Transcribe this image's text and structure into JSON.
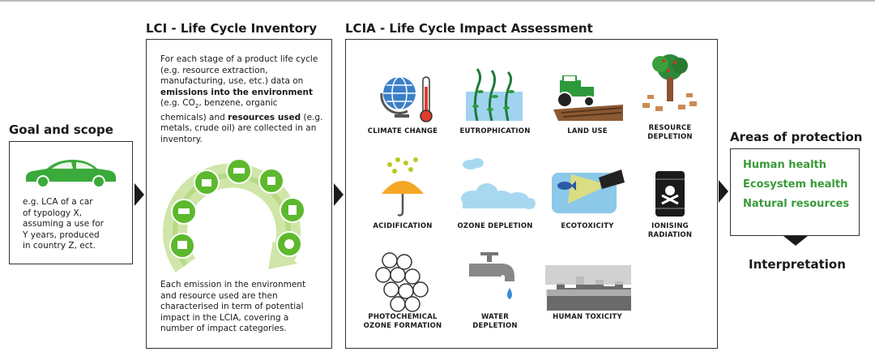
{
  "goal": {
    "title": "Goal and scope",
    "text": [
      "e.g. LCA of a car",
      "of typology X,",
      "assuming a use for",
      "Y years, produced",
      "in country Z, ect."
    ]
  },
  "lci": {
    "title": "LCI - Life Cycle Inventory",
    "intro_1": "For each stage of a product life cycle (e.g. resource extraction, manufacturing, use, etc.) data on ",
    "intro_bold_1": "emissions into the environment",
    "intro_2": " (e.g. CO",
    "intro_sub": "2",
    "intro_3": ", benzene, organic chemicals) and ",
    "intro_bold_2": "resources used",
    "intro_4": " (e.g. metals, crude oil) are collected in an inventory.",
    "outro": "Each emission in the environment and resource used are then characterised in term of potential impact in the LCIA, covering a number of impact categories."
  },
  "lcia": {
    "title": "LCIA - Life Cycle Impact Assessment",
    "categories": [
      {
        "label": "CLIMATE CHANGE",
        "icon": "globe-thermometer-icon"
      },
      {
        "label": "EUTROPHICATION",
        "icon": "algae-icon"
      },
      {
        "label": "LAND USE",
        "icon": "tractor-field-icon"
      },
      {
        "label": "RESOURCE\nDEPLETION",
        "icon": "tree-stumps-icon"
      },
      {
        "label": "ACIDIFICATION",
        "icon": "umbrella-rain-icon"
      },
      {
        "label": "OZONE DEPLETION",
        "icon": "clouds-icon"
      },
      {
        "label": "ECOTOXICITY",
        "icon": "polluted-water-fish-icon"
      },
      {
        "label": "IONISING\nRADIATION",
        "icon": "radioactive-barrel-icon"
      },
      {
        "label": "PHOTOCHEMICAL\nOZONE FORMATION",
        "icon": "molecules-icon"
      },
      {
        "label": "WATER\nDEPLETION",
        "icon": "tap-icon"
      },
      {
        "label": "HUMAN TOXICITY",
        "icon": "city-smog-icon"
      }
    ]
  },
  "aop": {
    "title": "Areas of protection",
    "items": [
      "Human health",
      "Ecosystem health",
      "Natural resources"
    ]
  },
  "interpretation": "Interpretation",
  "colors": {
    "green": "#3daa3d",
    "dark_green": "#2a7a2a",
    "arrow": "#1a1a1a"
  }
}
